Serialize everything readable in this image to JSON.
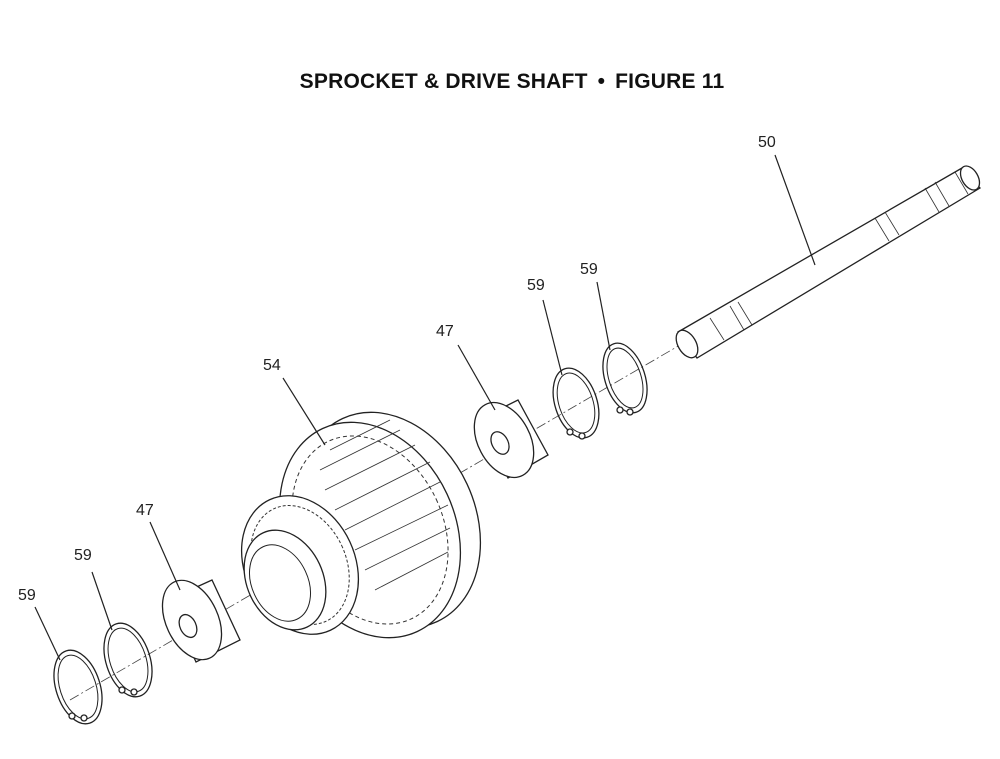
{
  "figure": {
    "title_left": "SPROCKET & DRIVE SHAFT",
    "separator": "•",
    "title_right": "FIGURE 11"
  },
  "callouts": {
    "shaft": "50",
    "sprocket": "54",
    "bearing_right": "47",
    "bearing_left": "47",
    "ring_right_a": "59",
    "ring_right_b": "59",
    "ring_left_a": "59",
    "ring_left_b": "59"
  }
}
